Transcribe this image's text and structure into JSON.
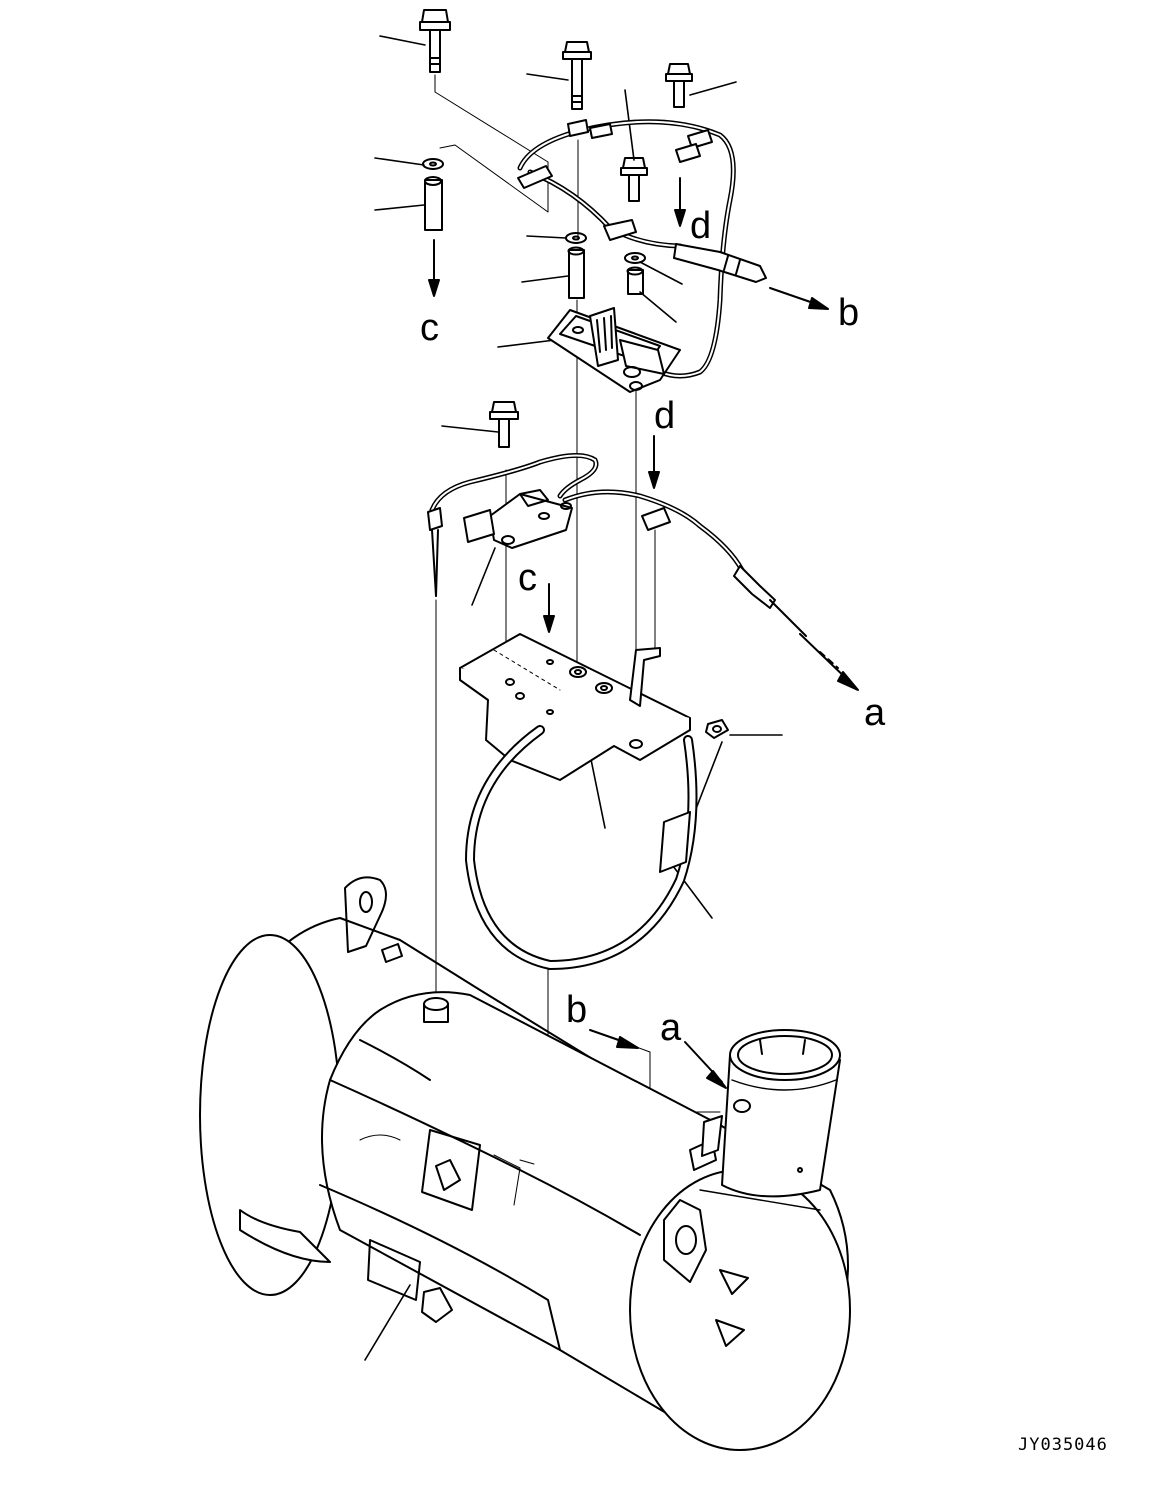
{
  "drawing": {
    "drawing_number": "JY035046",
    "reference_letters": {
      "c_top": "c",
      "b_top": "b",
      "d_top": "d",
      "d_mid": "d",
      "c_mid": "c",
      "a_mid": "a",
      "b_bottom": "b",
      "a_bottom": "a"
    }
  },
  "colors": {
    "line": "#000000",
    "background": "#ffffff"
  }
}
